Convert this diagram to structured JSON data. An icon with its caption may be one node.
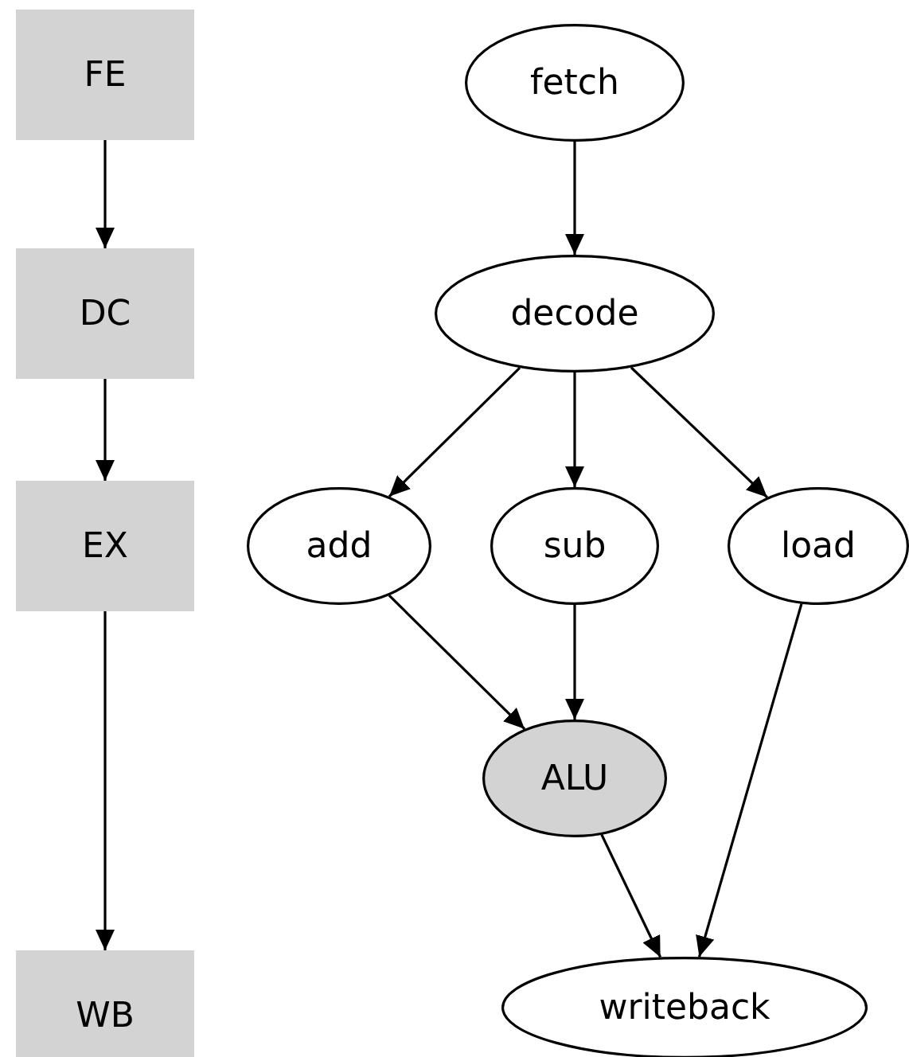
{
  "diagram": {
    "nodes": [
      {
        "text": [
          "FE"
        ]
      },
      {
        "text": [
          "DC"
        ]
      },
      {
        "text": [
          "EX"
        ]
      },
      {
        "text": [
          "WB"
        ]
      },
      {
        "text": [
          "fetch"
        ]
      },
      {
        "text": [
          "decode"
        ]
      },
      {
        "text": [
          "add"
        ]
      },
      {
        "text": [
          "sub"
        ]
      },
      {
        "text": [
          "load"
        ]
      },
      {
        "text": [
          "ALU"
        ]
      },
      {
        "text": [
          "writeback"
        ]
      }
    ],
    "edges": [
      {
        "from": 0,
        "to": 1,
        "arrow": "to"
      },
      {
        "from": 1,
        "to": 2,
        "arrow": "to"
      },
      {
        "from": 2,
        "to": 3,
        "arrow": "to"
      },
      {
        "from": 4,
        "to": 5,
        "arrow": "to"
      },
      {
        "from": 5,
        "to": 6,
        "arrow": "to"
      },
      {
        "from": 5,
        "to": 7,
        "arrow": "to"
      },
      {
        "from": 5,
        "to": 8,
        "arrow": "to"
      },
      {
        "from": 6,
        "to": 9,
        "arrow": "to"
      },
      {
        "from": 7,
        "to": 9,
        "arrow": "to"
      },
      {
        "from": 9,
        "to": 10,
        "arrow": "to"
      },
      {
        "from": 8,
        "to": 10,
        "arrow": "to"
      }
    ]
  }
}
